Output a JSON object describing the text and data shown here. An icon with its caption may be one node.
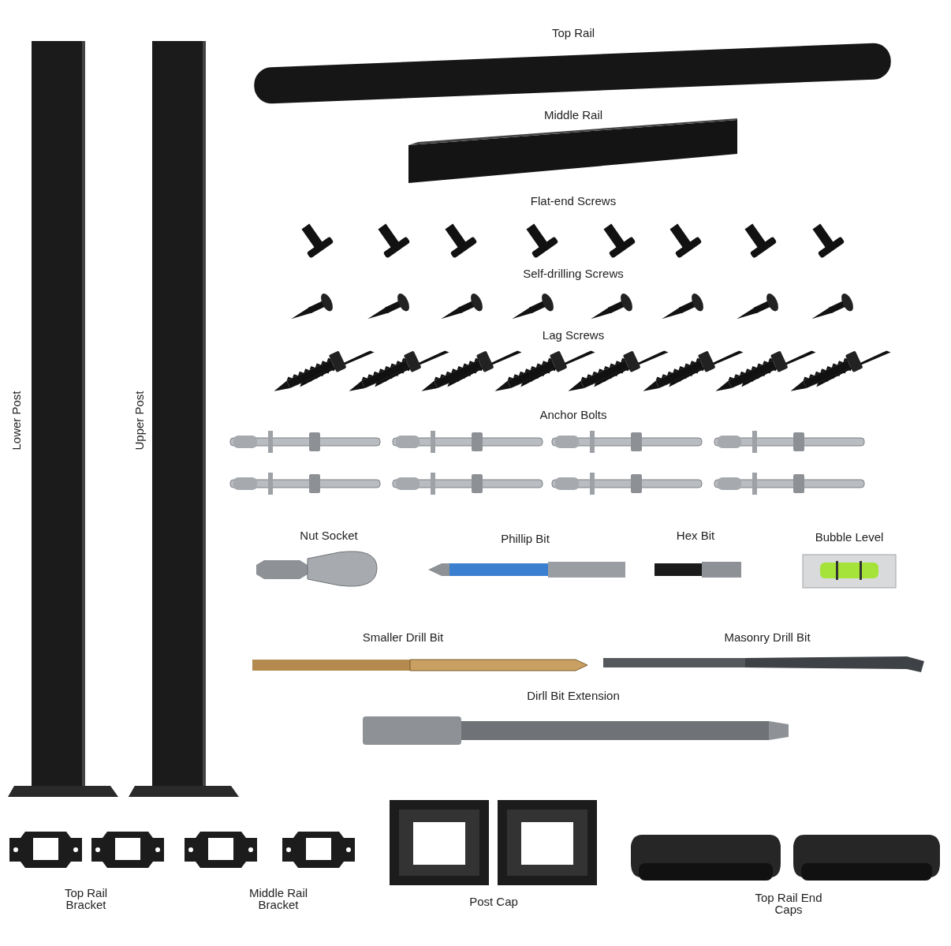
{
  "diagram": {
    "labels": [
      "Lower Post",
      "Upper Post",
      "Top Rail",
      "Middle Rail",
      "Flat-end Screws",
      "Self-drilling Screws",
      "Lag Screws",
      "Anchor Bolts",
      "Nut Socket",
      "Phillip Bit",
      "Hex Bit",
      "Bubble Level",
      "Smaller Drill Bit",
      "Masonry Drill Bit",
      "Dirll Bit Extension",
      "Top Rail Bracket",
      "Middle Rail Bracket",
      "Post Cap",
      "Top Rail End Caps"
    ]
  }
}
